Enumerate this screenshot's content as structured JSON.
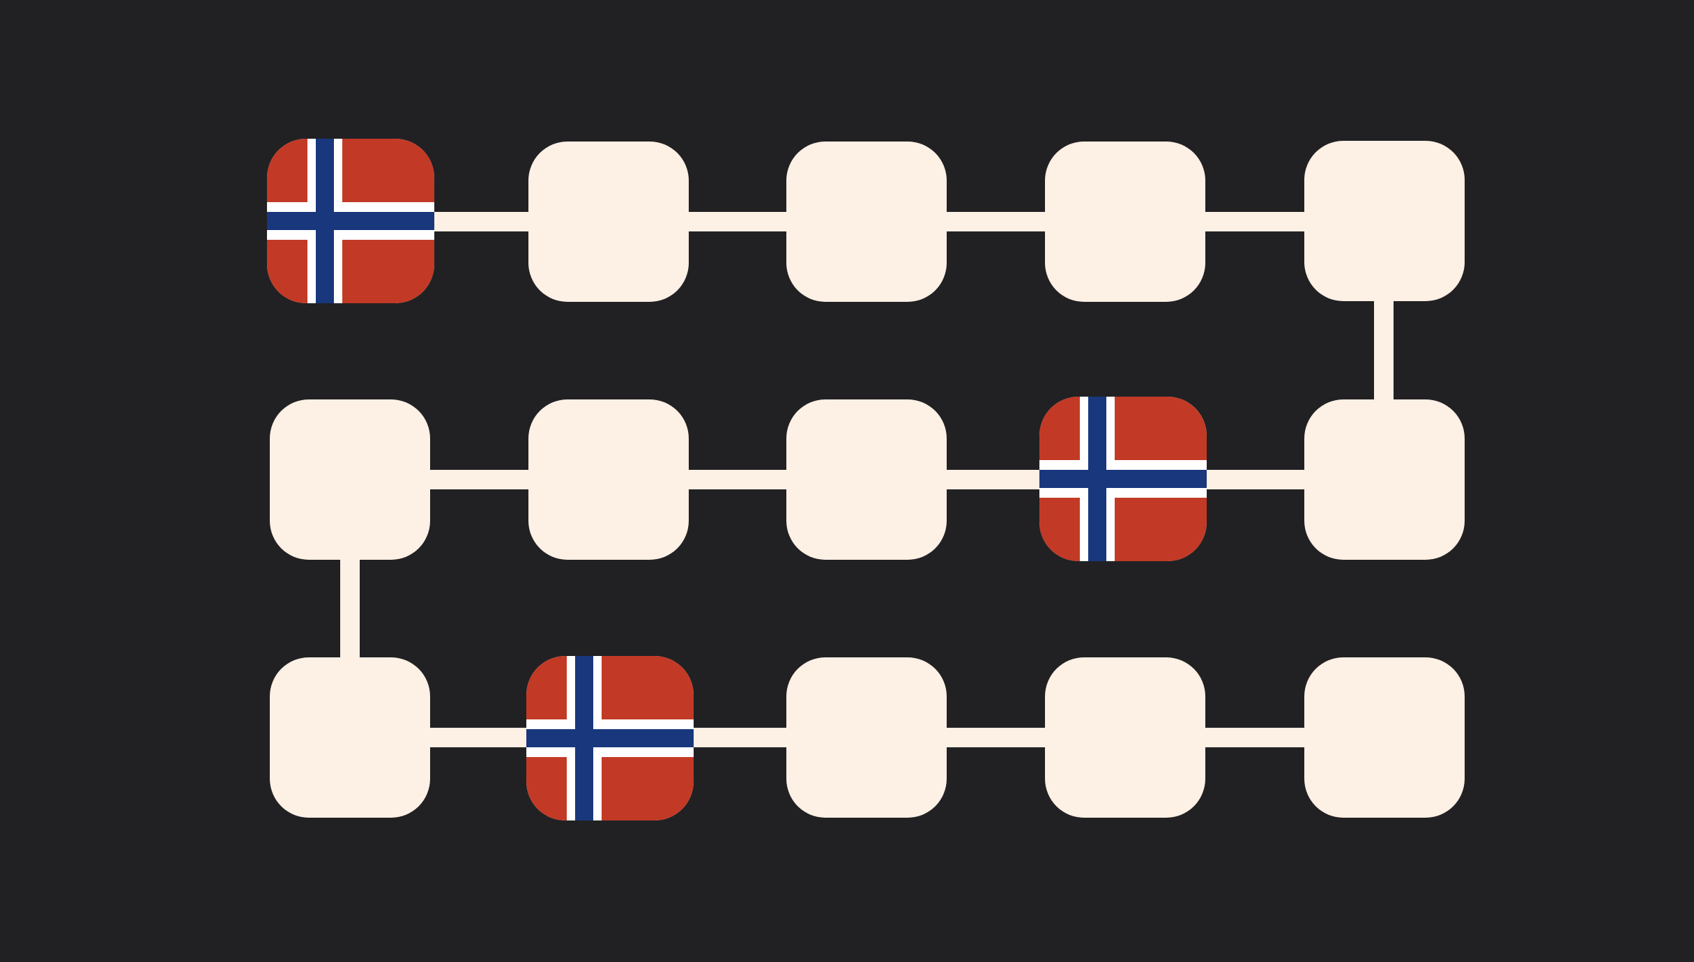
{
  "board": {
    "colors": {
      "background": "#212124",
      "tile": "#fdf0e4",
      "connector": "#fdf0e4",
      "flag_red": "#c23a26",
      "flag_white": "#ffffff",
      "flag_blue": "#18377d"
    },
    "grid": {
      "rows": 3,
      "cols": 5
    },
    "tiles": [
      {
        "row": 1,
        "col": 1,
        "content": "norway-flag"
      },
      {
        "row": 1,
        "col": 2,
        "content": "empty"
      },
      {
        "row": 1,
        "col": 3,
        "content": "empty"
      },
      {
        "row": 1,
        "col": 4,
        "content": "empty"
      },
      {
        "row": 1,
        "col": 5,
        "content": "empty"
      },
      {
        "row": 2,
        "col": 1,
        "content": "empty"
      },
      {
        "row": 2,
        "col": 2,
        "content": "empty"
      },
      {
        "row": 2,
        "col": 3,
        "content": "empty"
      },
      {
        "row": 2,
        "col": 4,
        "content": "norway-flag"
      },
      {
        "row": 2,
        "col": 5,
        "content": "empty"
      },
      {
        "row": 3,
        "col": 1,
        "content": "empty"
      },
      {
        "row": 3,
        "col": 2,
        "content": "norway-flag"
      },
      {
        "row": 3,
        "col": 3,
        "content": "empty"
      },
      {
        "row": 3,
        "col": 4,
        "content": "empty"
      },
      {
        "row": 3,
        "col": 5,
        "content": "empty"
      }
    ]
  }
}
